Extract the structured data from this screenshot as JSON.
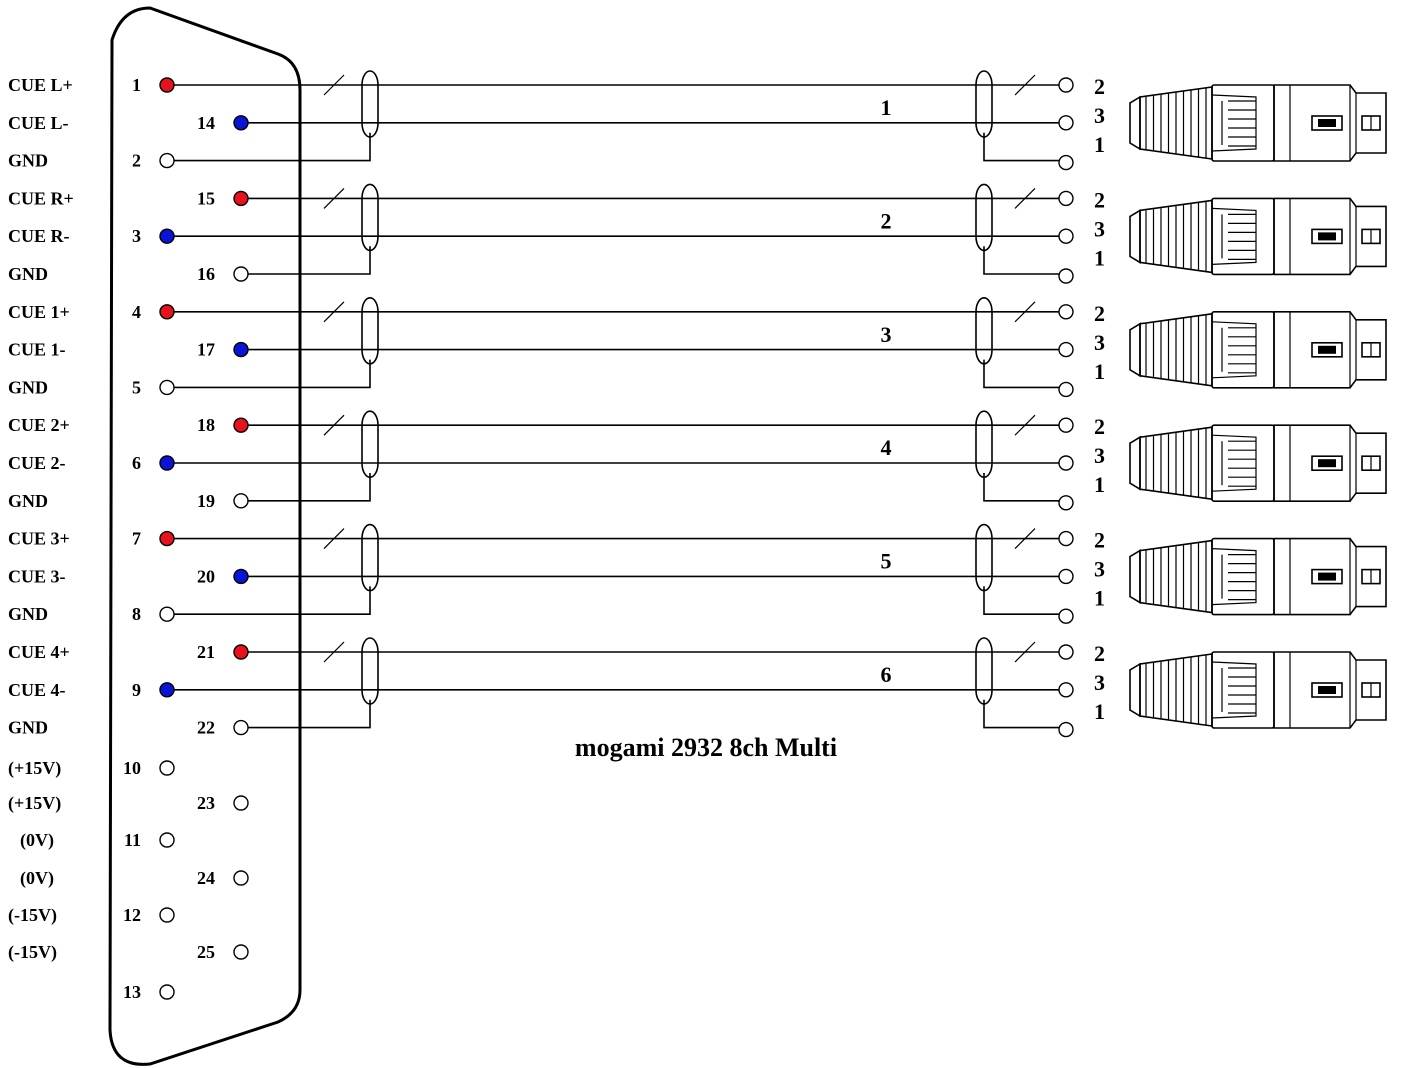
{
  "signal_labels": [
    "CUE L+",
    "CUE L-",
    "GND",
    "CUE R+",
    "CUE R-",
    "GND",
    "CUE 1+",
    "CUE 1-",
    "GND",
    "CUE 2+",
    "CUE 2-",
    "GND",
    "CUE 3+",
    "CUE 3-",
    "GND",
    "CUE 4+",
    "CUE 4-",
    "GND",
    "(+15V)",
    "(+15V)",
    "(0V)",
    "(0V)",
    "(-15V)",
    "(-15V)"
  ],
  "channels": [
    {
      "label": "1",
      "hot_pin": "1",
      "cold_pin": "14",
      "gnd_pin": "2"
    },
    {
      "label": "2",
      "hot_pin": "15",
      "cold_pin": "3",
      "gnd_pin": "16"
    },
    {
      "label": "3",
      "hot_pin": "4",
      "cold_pin": "17",
      "gnd_pin": "5"
    },
    {
      "label": "4",
      "hot_pin": "18",
      "cold_pin": "6",
      "gnd_pin": "19"
    },
    {
      "label": "5",
      "hot_pin": "7",
      "cold_pin": "20",
      "gnd_pin": "8"
    },
    {
      "label": "6",
      "hot_pin": "21",
      "cold_pin": "9",
      "gnd_pin": "22"
    }
  ],
  "unused_pins": [
    "10",
    "23",
    "11",
    "24",
    "12",
    "25",
    "13"
  ],
  "xlr_pin_labels": [
    "2",
    "3",
    "1"
  ],
  "cable_label": "mogami 2932 8ch Multi",
  "colors": {
    "hot": "#e8121c",
    "cold": "#0a14d6",
    "open_pin": "#ffffff",
    "line": "#000000"
  },
  "icons": {
    "connector_body": "db25-connector-outline",
    "xlr": "xlr-female-connector-icon"
  }
}
